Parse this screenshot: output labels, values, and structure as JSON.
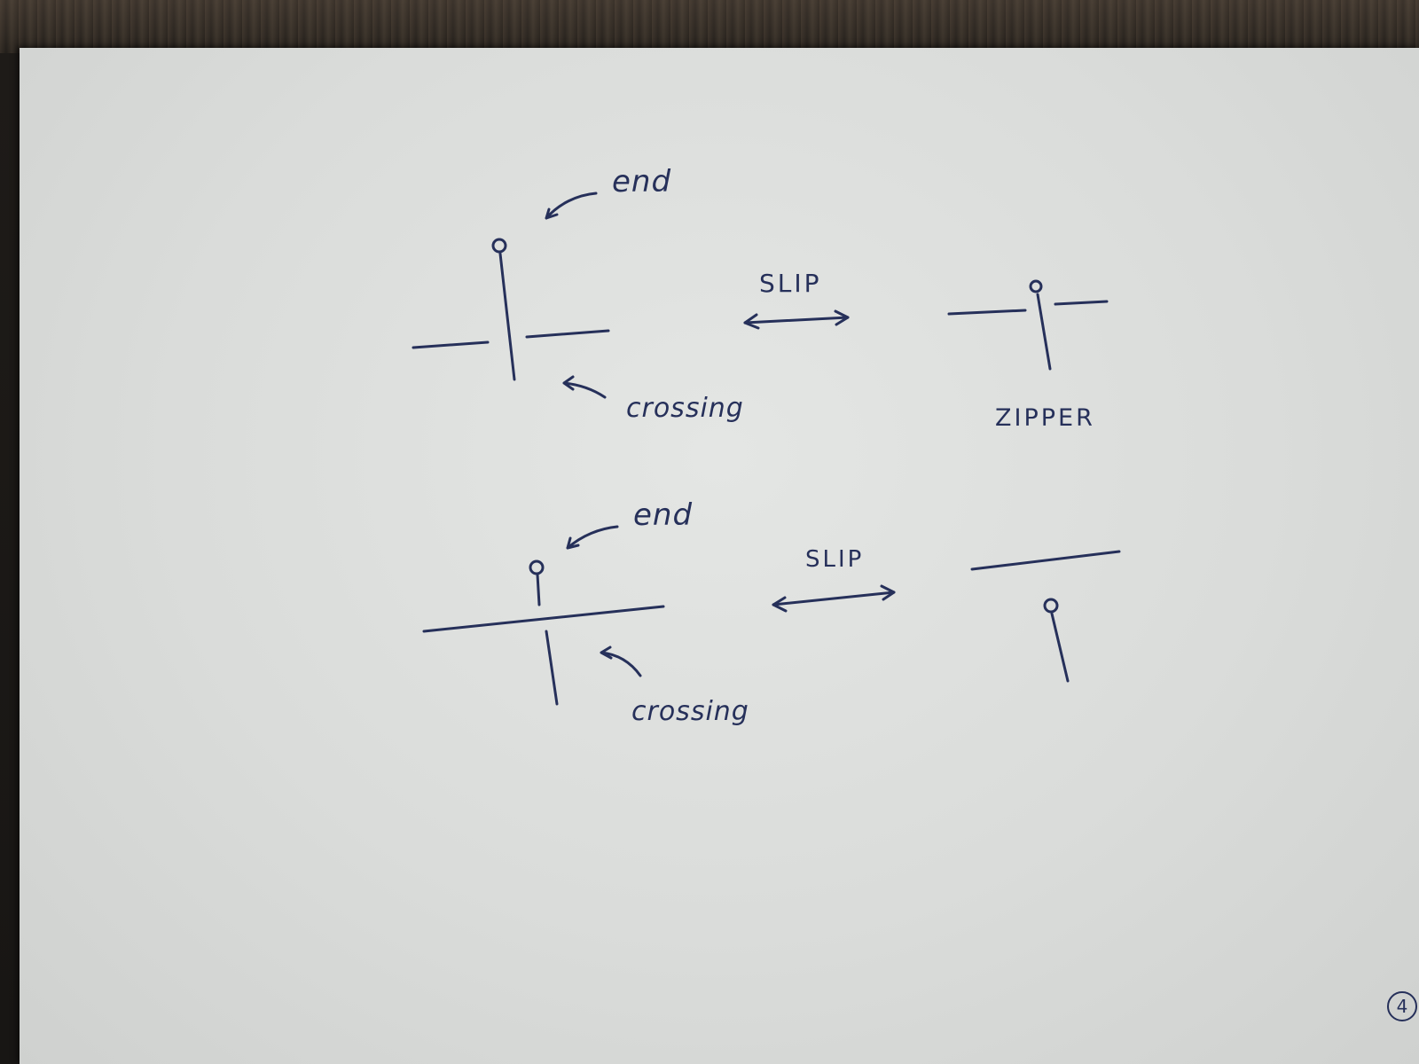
{
  "diagrams": [
    {
      "end_label": "end",
      "crossing_label": "crossing",
      "arrow_label": "SLIP",
      "result_label": "ZIPPER"
    },
    {
      "end_label": "end",
      "crossing_label": "crossing",
      "arrow_label": "SLIP",
      "result_label": ""
    }
  ],
  "page_number": "4",
  "ink_color": "#26305a"
}
